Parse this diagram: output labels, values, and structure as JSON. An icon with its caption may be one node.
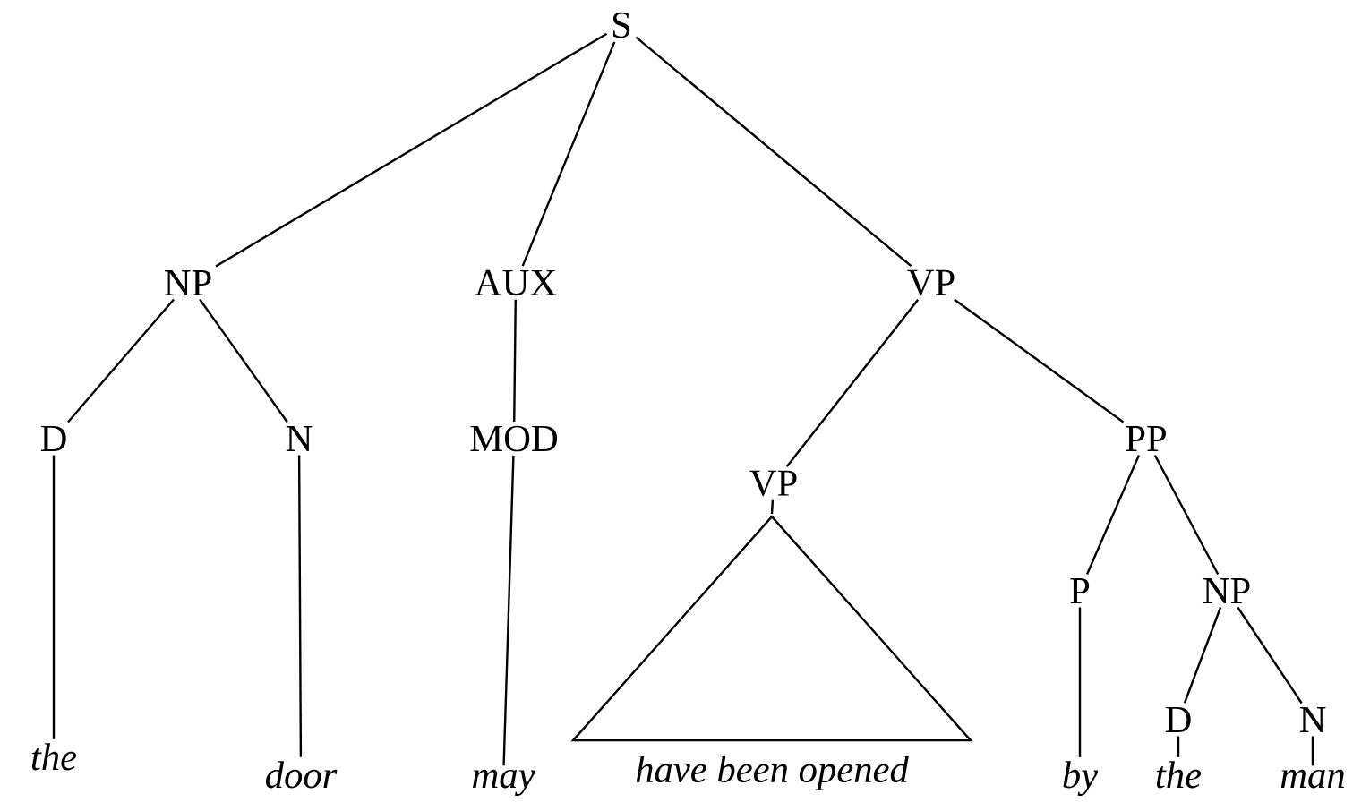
{
  "diagram": {
    "nodes": [
      {
        "text": [
          "S"
        ]
      },
      {
        "text": [
          "NP"
        ]
      },
      {
        "text": [
          "AUX"
        ]
      },
      {
        "text": [
          "VP"
        ]
      },
      {
        "text": [
          "D"
        ]
      },
      {
        "text": [
          "N"
        ]
      },
      {
        "text": [
          "MOD"
        ]
      },
      {
        "text": [
          "VP"
        ]
      },
      {
        "text": [
          "PP"
        ]
      },
      {
        "text": [
          "the"
        ]
      },
      {
        "text": [
          "door"
        ]
      },
      {
        "text": [
          "may"
        ]
      },
      {
        "text": [],
        "shape": "triangle",
        "beside": [
          "have been opened"
        ]
      },
      {
        "text": [
          "P"
        ]
      },
      {
        "text": [
          "NP"
        ]
      },
      {
        "text": [
          "by"
        ]
      },
      {
        "text": [
          "D"
        ]
      },
      {
        "text": [
          "N"
        ]
      },
      {
        "text": [
          "the"
        ]
      },
      {
        "text": [
          "man"
        ]
      }
    ],
    "edges": [
      {
        "from": 0,
        "to": 1,
        "arrow": "none"
      },
      {
        "from": 0,
        "to": 2,
        "arrow": "none"
      },
      {
        "from": 0,
        "to": 3,
        "arrow": "none"
      },
      {
        "from": 1,
        "to": 4,
        "arrow": "none"
      },
      {
        "from": 1,
        "to": 5,
        "arrow": "none"
      },
      {
        "from": 2,
        "to": 6,
        "arrow": "none"
      },
      {
        "from": 3,
        "to": 7,
        "arrow": "none"
      },
      {
        "from": 3,
        "to": 8,
        "arrow": "none"
      },
      {
        "from": 4,
        "to": 9,
        "arrow": "none"
      },
      {
        "from": 5,
        "to": 10,
        "arrow": "none"
      },
      {
        "from": 6,
        "to": 11,
        "arrow": "none"
      },
      {
        "from": 7,
        "to": 12,
        "arrow": "none"
      },
      {
        "from": 8,
        "to": 13,
        "arrow": "none"
      },
      {
        "from": 8,
        "to": 14,
        "arrow": "none"
      },
      {
        "from": 13,
        "to": 15,
        "arrow": "none"
      },
      {
        "from": 14,
        "to": 16,
        "arrow": "none"
      },
      {
        "from": 14,
        "to": 17,
        "arrow": "none"
      },
      {
        "from": 16,
        "to": 18,
        "arrow": "none"
      },
      {
        "from": 17,
        "to": 19,
        "arrow": "none"
      }
    ]
  }
}
